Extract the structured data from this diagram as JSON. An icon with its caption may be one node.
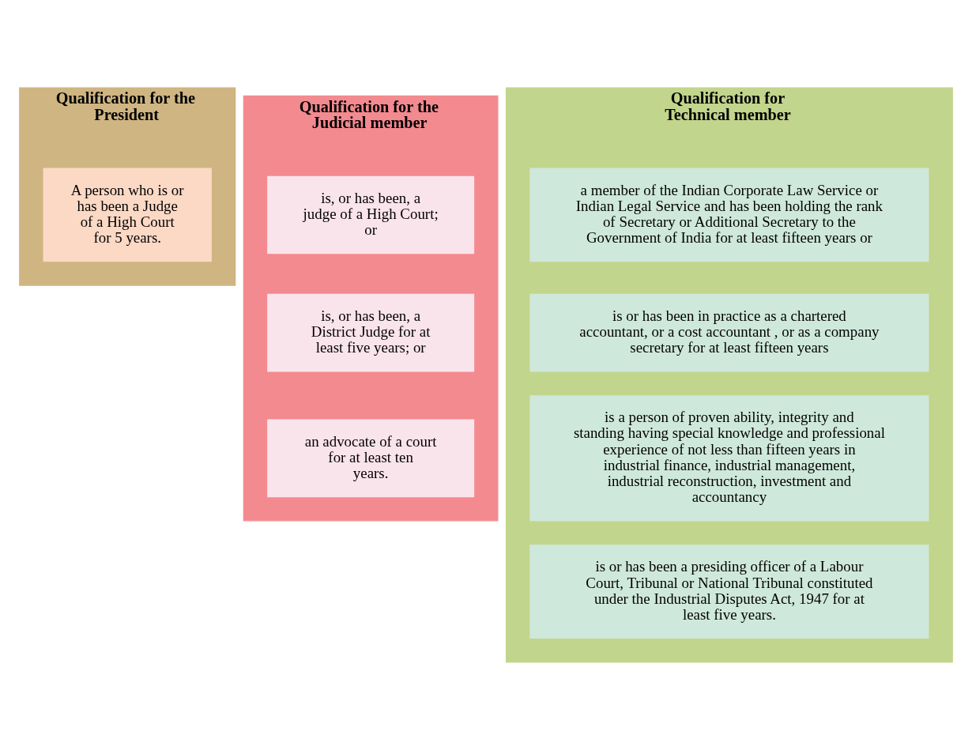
{
  "diagram": {
    "nodes": [
      {
        "text": [
          "Qualification for the President"
        ]
      },
      {
        "text": [
          "A person who is or has been a Judge of a High Court for 5 years."
        ],
        "in": 0
      },
      {
        "text": [
          "Qualification for the Judicial member"
        ]
      },
      {
        "text": [
          "is, or has been, a judge of a High Court; or"
        ],
        "in": 2
      },
      {
        "text": [
          "is, or has been, a District Judge for at least five years; or"
        ],
        "in": 2
      },
      {
        "text": [
          "an advocate of a court for at least ten years."
        ],
        "in": 2
      },
      {
        "text": [
          "Qualification for Technical member"
        ]
      },
      {
        "text": [
          "a member of the Indian Corporate Law Service or Indian Legal Service and has been holding the rank of Secretary or Additional Secretary to the Government of India for at least fifteen years or"
        ],
        "in": 6
      },
      {
        "text": [
          "is or has been in practice as a chartered accountant, or a cost accountant , or as a company secretary for at least fifteen years"
        ],
        "in": 6
      },
      {
        "text": [
          "is a person of proven ability, integrity and standing having special knowledge and professional experience of not less than fifteen years in industrial finance, industrial management, industrial reconstruction, investment and accountancy"
        ],
        "in": 6
      },
      {
        "text": [
          "is or has been a presiding officer of a Labour Court, Tribunal or National Tribunal constituted under the Industrial Disputes Act, 1947 for at least five years."
        ],
        "in": 6
      }
    ]
  }
}
